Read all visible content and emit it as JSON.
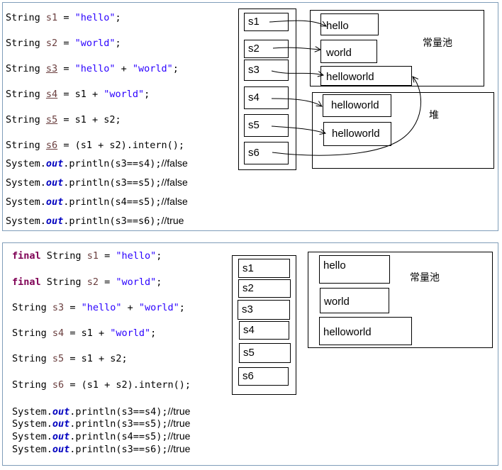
{
  "top": {
    "code": [
      {
        "type": "String",
        "var": "s1",
        "underline": false,
        "parts": [
          {
            "t": " = ",
            "c": "plain"
          },
          {
            "t": "\"hello\"",
            "c": "str"
          },
          {
            "t": ";",
            "c": "plain"
          }
        ]
      },
      {
        "type": "String",
        "var": "s2",
        "underline": false,
        "parts": [
          {
            "t": " = ",
            "c": "plain"
          },
          {
            "t": "\"world\"",
            "c": "str"
          },
          {
            "t": ";",
            "c": "plain"
          }
        ]
      },
      {
        "type": "String",
        "var": "s3",
        "underline": true,
        "parts": [
          {
            "t": " = ",
            "c": "plain"
          },
          {
            "t": "\"hello\"",
            "c": "str"
          },
          {
            "t": " + ",
            "c": "plain"
          },
          {
            "t": "\"world\"",
            "c": "str"
          },
          {
            "t": ";",
            "c": "plain"
          }
        ]
      },
      {
        "type": "String",
        "var": "s4",
        "underline": true,
        "parts": [
          {
            "t": " = s1 + ",
            "c": "plain"
          },
          {
            "t": "\"world\"",
            "c": "str"
          },
          {
            "t": ";",
            "c": "plain"
          }
        ]
      },
      {
        "type": "String",
        "var": "s5",
        "underline": true,
        "parts": [
          {
            "t": " = s1 + s2;",
            "c": "plain"
          }
        ]
      },
      {
        "type": "String",
        "var": "s6",
        "underline": true,
        "parts": [
          {
            "t": " = (s1 + s2).intern();",
            "c": "plain"
          }
        ]
      }
    ],
    "prints": [
      {
        "arg": "(s3==s4);",
        "comment": "//false"
      },
      {
        "arg": "(s3==s5);",
        "comment": "//false"
      },
      {
        "arg": "(s4==s5);",
        "comment": "//false"
      },
      {
        "arg": "(s3==s6);",
        "comment": "//true"
      }
    ],
    "refs": [
      "s1",
      "s2",
      "s3",
      "s4",
      "s5",
      "s6"
    ],
    "pool_label": "常量池",
    "pool": [
      "hello",
      "world",
      "helloworld"
    ],
    "heap_label": "堆",
    "heap": [
      "helloworld",
      "helloworld"
    ]
  },
  "bottom": {
    "code": [
      {
        "final": "final",
        "type": "String",
        "var": "s1",
        "parts": [
          {
            "t": " = ",
            "c": "plain"
          },
          {
            "t": "\"hello\"",
            "c": "str"
          },
          {
            "t": ";",
            "c": "plain"
          }
        ]
      },
      {
        "final": "final",
        "type": "String",
        "var": "s2",
        "parts": [
          {
            "t": " = ",
            "c": "plain"
          },
          {
            "t": "\"world\"",
            "c": "str"
          },
          {
            "t": ";",
            "c": "plain"
          }
        ]
      },
      {
        "final": "",
        "type": "String",
        "var": "s3",
        "parts": [
          {
            "t": " = ",
            "c": "plain"
          },
          {
            "t": "\"hello\"",
            "c": "str"
          },
          {
            "t": " + ",
            "c": "plain"
          },
          {
            "t": "\"world\"",
            "c": "str"
          },
          {
            "t": ";",
            "c": "plain"
          }
        ]
      },
      {
        "final": "",
        "type": "String",
        "var": "s4",
        "parts": [
          {
            "t": " = s1 + ",
            "c": "plain"
          },
          {
            "t": "\"world\"",
            "c": "str"
          },
          {
            "t": ";",
            "c": "plain"
          }
        ]
      },
      {
        "final": "",
        "type": "String",
        "var": "s5",
        "parts": [
          {
            "t": " = s1 + s2;",
            "c": "plain"
          }
        ]
      },
      {
        "final": "",
        "type": "String",
        "var": "s6",
        "parts": [
          {
            "t": " = (s1 + s2).intern();",
            "c": "plain"
          }
        ]
      }
    ],
    "prints": [
      {
        "arg": "(s3==s4);",
        "comment": "//true"
      },
      {
        "arg": "(s3==s5);",
        "comment": "//true"
      },
      {
        "arg": "(s4==s5);",
        "comment": "//true"
      },
      {
        "arg": "(s3==s6);",
        "comment": "//true"
      }
    ],
    "refs": [
      "s1",
      "s2",
      "s3",
      "s4",
      "s5",
      "s6"
    ],
    "pool_label": "常量池",
    "pool": [
      "hello",
      "world",
      "helloworld"
    ]
  },
  "syntax": {
    "system": "System.",
    "out": "out",
    "println": ".println",
    "string_type": "String"
  }
}
